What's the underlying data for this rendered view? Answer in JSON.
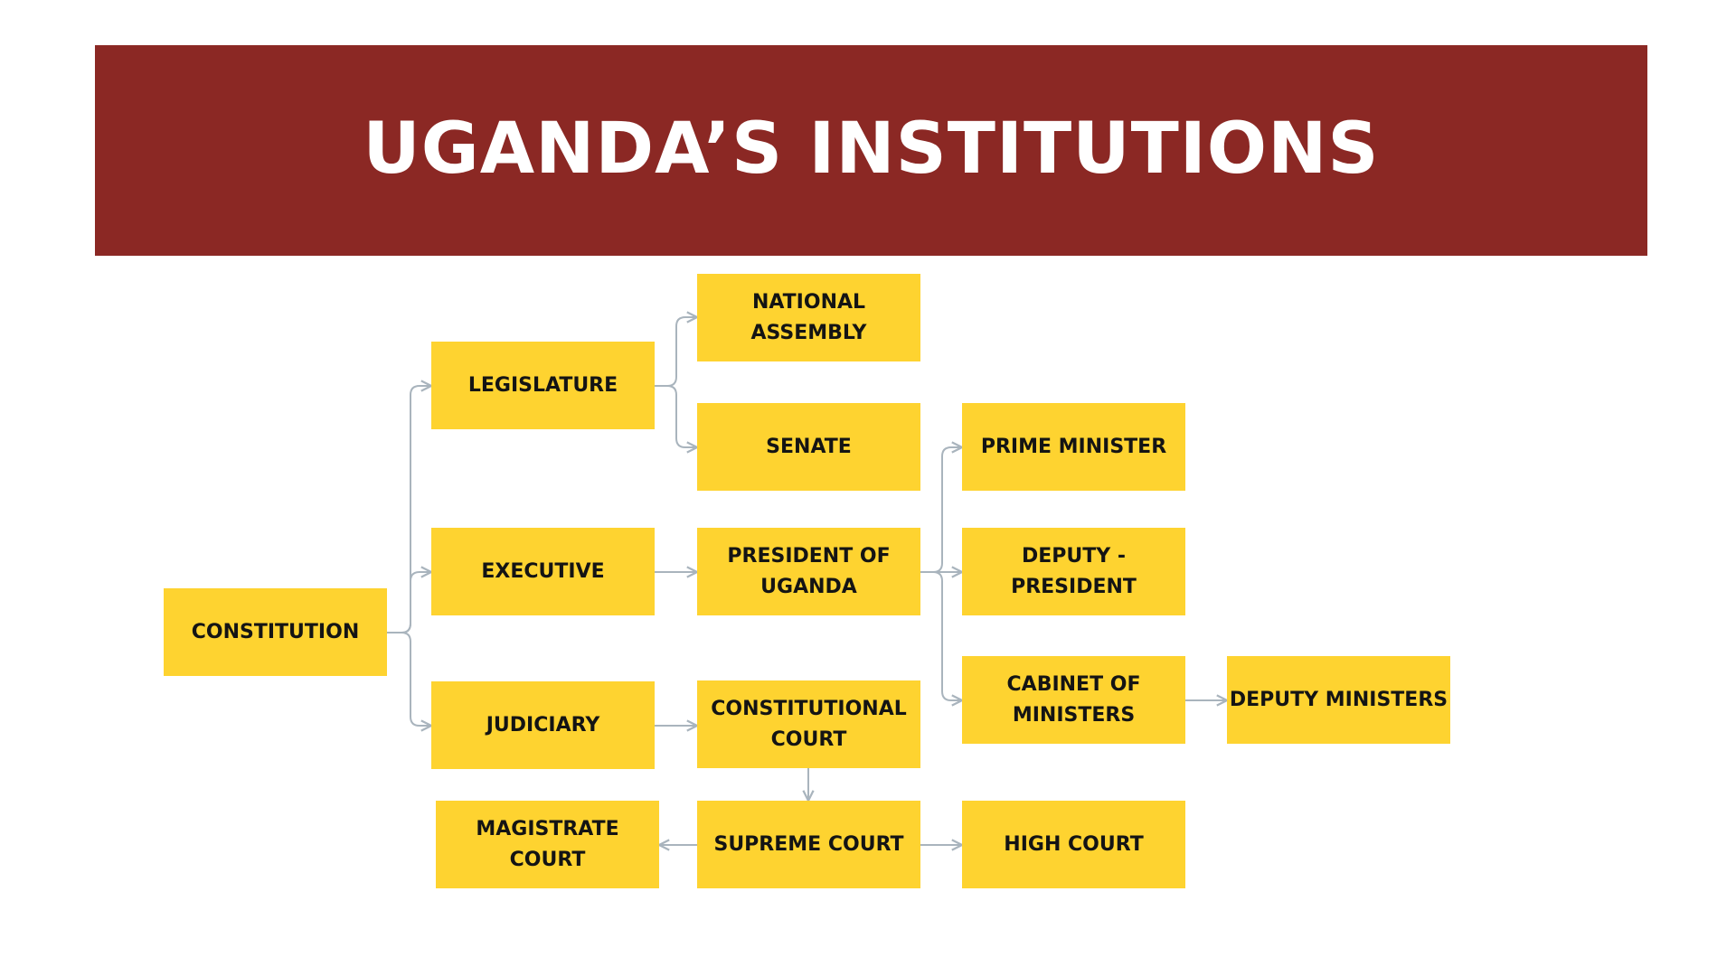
{
  "title": "UGANDA’S INSTITUTIONS",
  "colors": {
    "banner": "#8b2824",
    "box": "#fed330",
    "connector": "#a9b4bd",
    "title_text": "#ffffff",
    "box_text": "#141414"
  },
  "nodes": {
    "constitution": "CONSTITUTION",
    "legislature": "LEGISLATURE",
    "executive": "EXECUTIVE",
    "judiciary": "JUDICIARY",
    "national_assembly": "NATIONAL\nASSEMBLY",
    "senate": "SENATE",
    "president": "PRESIDENT OF\nUGANDA",
    "constitutional_court": "CONSTITUTIONAL\nCOURT",
    "supreme_court": "SUPREME COURT",
    "magistrate_court": "MAGISTRATE\nCOURT",
    "high_court": "HIGH COURT",
    "prime_minister": "PRIME MINISTER",
    "deputy_president": "DEPUTY -PRESIDENT",
    "cabinet": "CABINET OF\nMINISTERS",
    "deputy_ministers": "DEPUTY MINISTERS"
  }
}
